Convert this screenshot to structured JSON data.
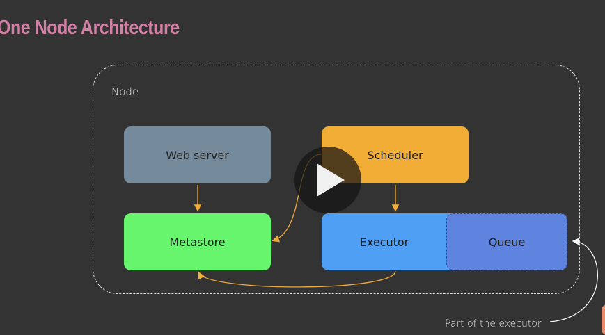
{
  "title": "One Node Architecture",
  "node_label": "Node",
  "boxes": {
    "web_server": "Web server",
    "scheduler": "Scheduler",
    "metastore": "Metastore",
    "executor": "Executor",
    "queue": "Queue"
  },
  "annotation": "Part of the executor",
  "colors": {
    "background": "#333333",
    "title": "#d47fa6",
    "web_server": "#758b9c",
    "scheduler": "#f2ad37",
    "metastore": "#66f56d",
    "executor": "#4f9ff5",
    "queue": "#5f84e0",
    "arrows": "#f2ad37"
  },
  "overlay": {
    "icon": "play-icon"
  }
}
